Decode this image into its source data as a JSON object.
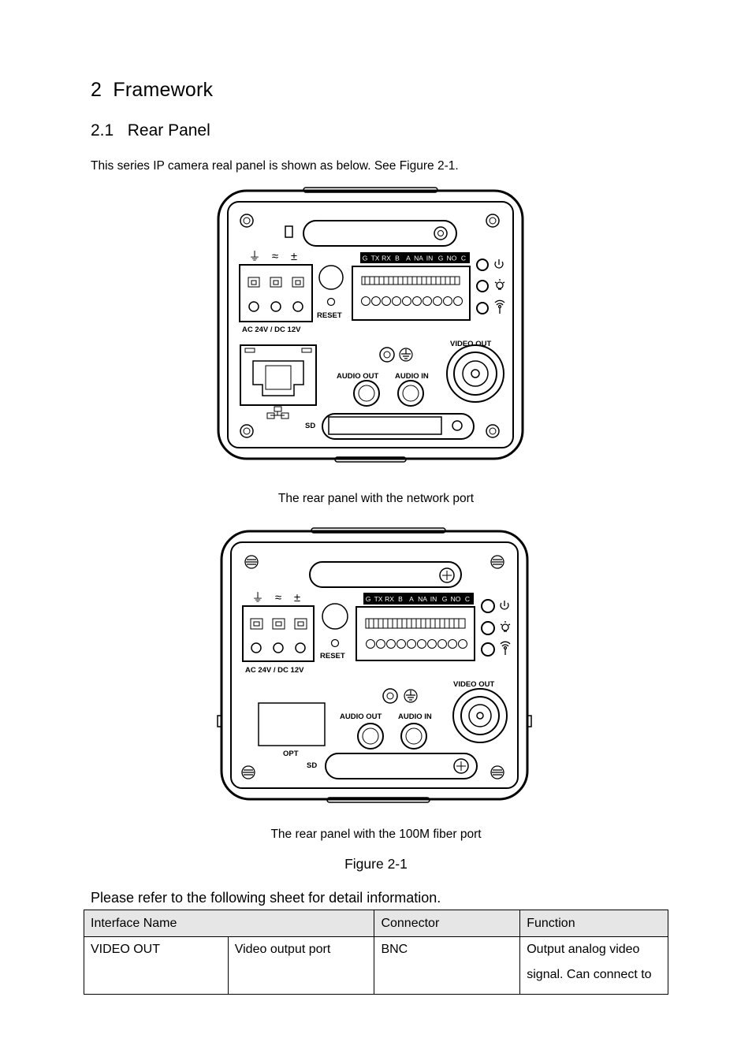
{
  "heading": {
    "number": "2",
    "title": "Framework"
  },
  "subheading": {
    "number": "2.1",
    "title": "Rear Panel"
  },
  "intro": "This series IP camera real panel is shown as below. See Figure 2-1.",
  "panel_labels": {
    "power": "AC 24V / DC 12V",
    "reset": "RESET",
    "video_out": "VIDEO OUT",
    "audio_out": "AUDIO OUT",
    "audio_in": "AUDIO IN",
    "sd": "SD",
    "opt": "OPT",
    "terminals": [
      "G",
      "TX",
      "RX",
      "B",
      "A",
      "NA",
      "IN",
      "G",
      "NO",
      "C"
    ],
    "power_symbols": [
      "⏚",
      "≈",
      "±"
    ]
  },
  "captions": {
    "network": "The rear panel with the network port",
    "fiber": "The rear panel with the 100M fiber port"
  },
  "figure_label": "Figure 2-1",
  "refer": "Please refer to the following sheet for detail information.",
  "table": {
    "headers": {
      "interface": "Interface Name",
      "connector": "Connector",
      "function": "Function"
    },
    "rows": [
      {
        "name": "VIDEO OUT",
        "description": "Video output port",
        "connector": "BNC",
        "function_lines": [
          "Output analog video",
          "signal. Can connect to"
        ]
      }
    ]
  }
}
